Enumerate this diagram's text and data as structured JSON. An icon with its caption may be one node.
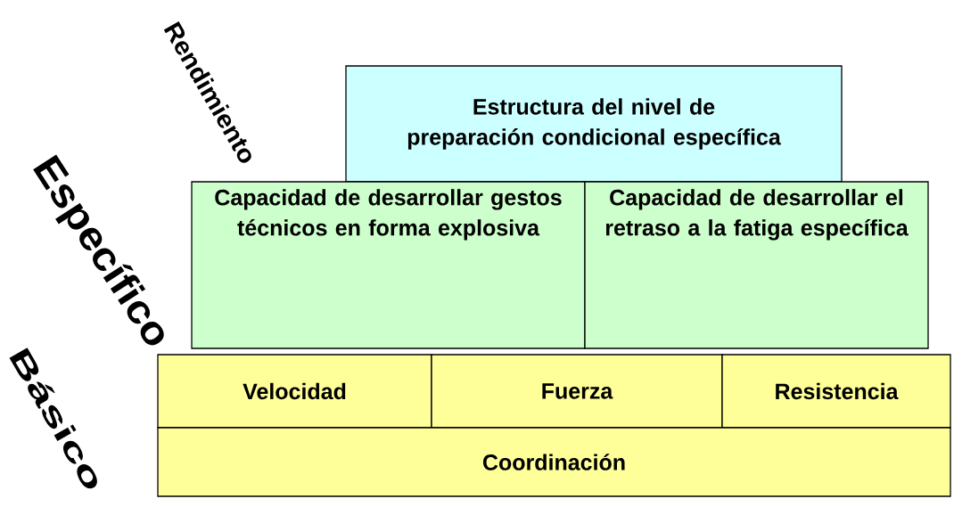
{
  "diagram": {
    "nodes": [
      {
        "text": [
          "Estructura del nivel de preparación condicional específica"
        ]
      },
      {
        "text": [
          "Capacidad de desarrollar gestos técnicos  en forma explosiva"
        ]
      },
      {
        "text": [
          "Capacidad de desarrollar el retraso a la fatiga específica"
        ]
      },
      {
        "text": [
          "Velocidad"
        ]
      },
      {
        "text": [
          "Fuerza"
        ]
      },
      {
        "text": [
          "Resistencia"
        ]
      },
      {
        "text": [
          "Coordinación"
        ]
      }
    ],
    "labels": [
      "Rendimiento",
      "Específico",
      "Básico"
    ]
  }
}
